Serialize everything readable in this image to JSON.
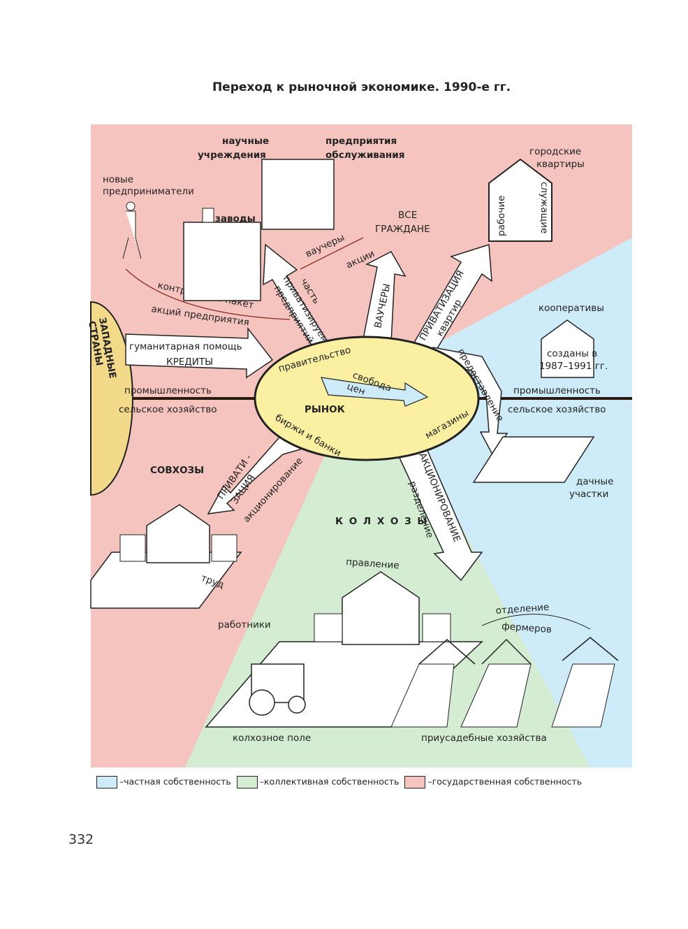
{
  "title": "Переход к рыночной экономике. 1990-е гг.",
  "page_number": "332",
  "colors": {
    "state": "#f6c4bf",
    "private": "#cdebf8",
    "collective": "#d4edd2",
    "market": "#fbf0a2"
  },
  "center": {
    "label": "РЫНОК",
    "top": "правительство",
    "bottom": "биржи и банки",
    "right": "магазины",
    "arrow": [
      "свобода",
      "цен"
    ]
  },
  "west": {
    "label": [
      "ЗАПАДНЫЕ",
      "СТРАНЫ"
    ],
    "arrow": [
      "гуманитарная помощь",
      "КРЕДИТЫ"
    ],
    "line_top": "промышленность",
    "line_bottom": "сельское хозяйство"
  },
  "east": {
    "line_top": "промышленность",
    "line_bottom": "сельское хозяйство"
  },
  "top_left": {
    "institutions": [
      "научные",
      "учреждения"
    ],
    "services": [
      "предприятия",
      "обслуживания"
    ],
    "factories": "заводы",
    "entrepreneurs": [
      "новые",
      "предприниматели"
    ],
    "control": [
      "контрольный пакет",
      "акций предприятия"
    ],
    "arrow": [
      "часть",
      "приватизируемых",
      "предприятий"
    ]
  },
  "citizens": {
    "label": [
      "ВСЕ",
      "ГРАЖДАНЕ"
    ],
    "arrow": "ВАУЧЕРЫ",
    "exchange": [
      "ваучеры",
      "акции"
    ]
  },
  "apartments": {
    "label": [
      "городские",
      "квартиры"
    ],
    "workers": "рабочие",
    "employees": "служащие",
    "arrow": [
      "ПРИВАТИЗАЦИЯ",
      "квартир"
    ]
  },
  "coops": {
    "label": "кооперативы",
    "note": [
      "созданы в",
      "1987–1991 гг."
    ]
  },
  "dachas": {
    "arrow": "предоставление",
    "label": [
      "дачные",
      "участки"
    ]
  },
  "sovkhoz": {
    "label": "СОВХОЗЫ",
    "arrow": [
      "ПРИВАТИ -",
      "ЗАЦИЯ"
    ],
    "sub": "акционирование",
    "labor": "труд",
    "workers": "работники"
  },
  "kolkhoz": {
    "label": "К О Л Х О З Ы",
    "arrow": "АКЦИОНИРОВАНИЕ",
    "sub": "разделение",
    "board": "правление",
    "field": "колхозное поле",
    "household": "приусадебные хозяйства",
    "farmers": [
      "отделение",
      "фермеров"
    ]
  },
  "legend": [
    "–частная собственность",
    "–коллективная собственность",
    "–государственная собственность"
  ]
}
